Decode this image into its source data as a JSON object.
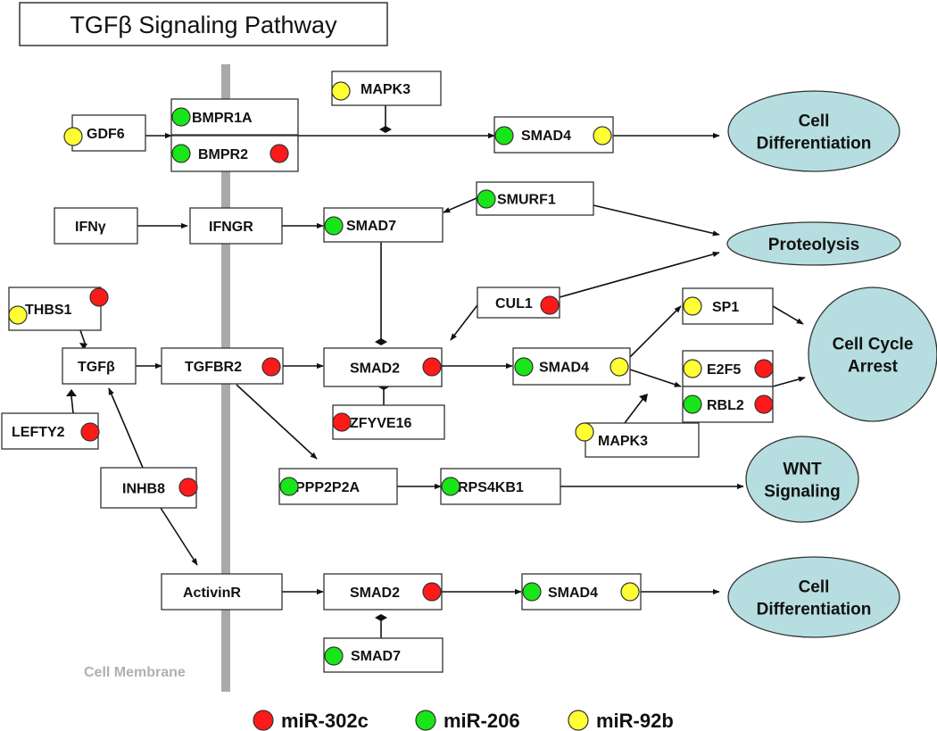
{
  "title": "TGFβ Signaling Pathway",
  "membrane_label": "Cell Membrane",
  "colors": {
    "mir302c": "#ff1a1a",
    "mir206": "#19e619",
    "mir92b": "#ffff33",
    "outcome_fill": "#b6dee1",
    "membrane": "#a9a9a9"
  },
  "legend": [
    {
      "key": "mir302c",
      "label": "miR-302c"
    },
    {
      "key": "mir206",
      "label": "miR-206"
    },
    {
      "key": "mir92b",
      "label": "miR-92b"
    }
  ],
  "nodes": {
    "gdf6": {
      "label": "GDF6",
      "markers": [
        "mir92b"
      ]
    },
    "bmpr1a": {
      "label": "BMPR1A",
      "markers": [
        "mir206"
      ]
    },
    "bmpr2": {
      "label": "BMPR2",
      "markers": [
        "mir206",
        "mir302c"
      ]
    },
    "mapk3_top": {
      "label": "MAPK3",
      "markers": [
        "mir92b"
      ]
    },
    "smad4_top": {
      "label": "SMAD4",
      "markers": [
        "mir206",
        "mir92b"
      ]
    },
    "ifng": {
      "label": "IFNγ",
      "markers": []
    },
    "ifngr": {
      "label": "IFNGR",
      "markers": []
    },
    "smad7_top": {
      "label": "SMAD7",
      "markers": [
        "mir206"
      ]
    },
    "smurf1": {
      "label": "SMURF1",
      "markers": [
        "mir206"
      ]
    },
    "thbs1": {
      "label": "THBS1",
      "markers": [
        "mir92b",
        "mir302c"
      ]
    },
    "cul1": {
      "label": "CUL1",
      "markers": [
        "mir302c"
      ]
    },
    "sp1": {
      "label": "SP1",
      "markers": [
        "mir92b"
      ]
    },
    "tgfb": {
      "label": "TGFβ",
      "markers": []
    },
    "tgfbr2": {
      "label": "TGFBR2",
      "markers": [
        "mir302c"
      ]
    },
    "smad2_mid": {
      "label": "SMAD2",
      "markers": [
        "mir302c"
      ]
    },
    "smad4_mid": {
      "label": "SMAD4",
      "markers": [
        "mir206",
        "mir92b"
      ]
    },
    "e2f5": {
      "label": "E2F5",
      "markers": [
        "mir92b",
        "mir302c"
      ]
    },
    "rbl2": {
      "label": "RBL2",
      "markers": [
        "mir206",
        "mir302c"
      ]
    },
    "zfyve16": {
      "label": "ZFYVE16",
      "markers": [
        "mir302c"
      ]
    },
    "lefty2": {
      "label": "LEFTY2",
      "markers": [
        "mir302c"
      ]
    },
    "mapk3_mid": {
      "label": "MAPK3",
      "markers": [
        "mir92b"
      ]
    },
    "inhb8": {
      "label": "INHB8",
      "markers": [
        "mir302c"
      ]
    },
    "ppp2p2a": {
      "label": "PPP2P2A",
      "markers": [
        "mir206"
      ]
    },
    "rps4kb1": {
      "label": "RPS4KB1",
      "markers": [
        "mir206"
      ]
    },
    "activinr": {
      "label": "ActivinR",
      "markers": []
    },
    "smad2_bot": {
      "label": "SMAD2",
      "markers": [
        "mir302c"
      ]
    },
    "smad4_bot": {
      "label": "SMAD4",
      "markers": [
        "mir206",
        "mir92b"
      ]
    },
    "smad7_bot": {
      "label": "SMAD7",
      "markers": [
        "mir206"
      ]
    }
  },
  "outcomes": {
    "cell_diff_top": {
      "lines": [
        "Cell",
        "Differentiation"
      ]
    },
    "proteolysis": {
      "lines": [
        "Proteolysis"
      ]
    },
    "cell_cycle": {
      "lines": [
        "Cell Cycle",
        "Arrest"
      ]
    },
    "wnt": {
      "lines": [
        "WNT",
        "Signaling"
      ]
    },
    "cell_diff_bot": {
      "lines": [
        "Cell",
        "Differentiation"
      ]
    }
  }
}
